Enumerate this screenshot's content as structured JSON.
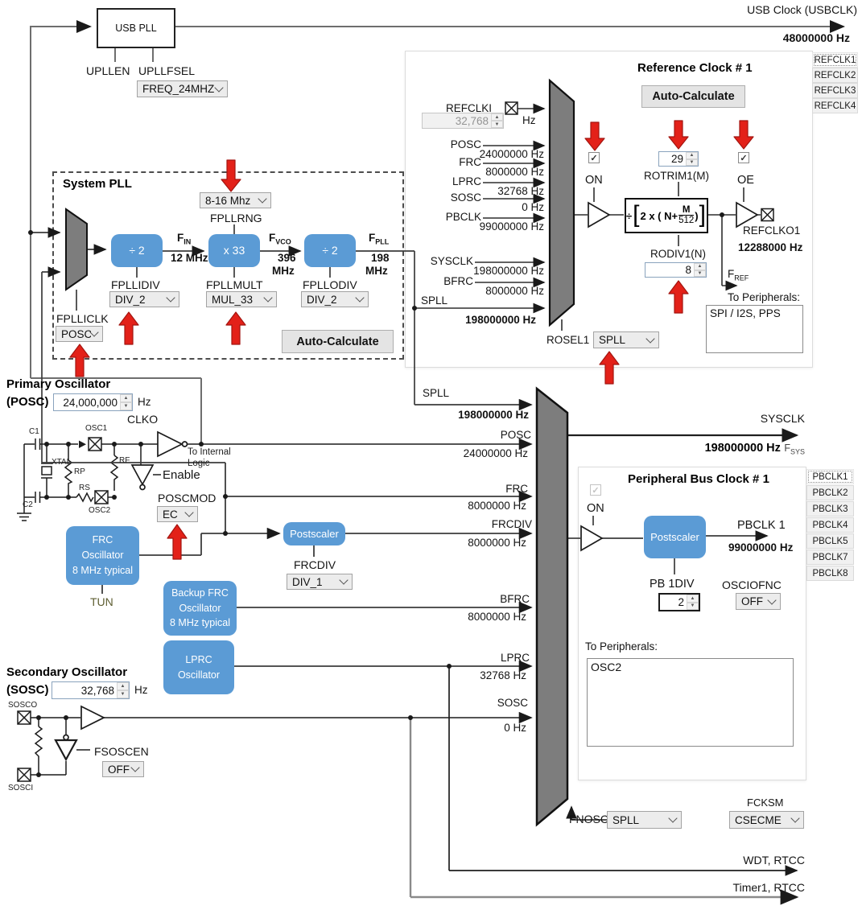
{
  "usb_pll": {
    "title": "USB PLL",
    "uplen_label": "UPLLEN",
    "upllfsel_label": "UPLLFSEL",
    "freq_select": "FREQ_24MHZ",
    "clock_label": "USB Clock (USBCLK)",
    "clock_value": "48000000 Hz"
  },
  "ref_clock": {
    "title": "Reference Clock # 1",
    "auto_calculate_label": "Auto-Calculate",
    "tabs": [
      "REFCLK1",
      "REFCLK2",
      "REFCLK3",
      "REFCLK4"
    ],
    "refclki_label": "REFCLKI",
    "refclki_value": "32,768",
    "refclki_unit": "Hz",
    "inputs": [
      {
        "name": "POSC",
        "freq": "24000000 Hz"
      },
      {
        "name": "FRC",
        "freq": "8000000 Hz"
      },
      {
        "name": "LPRC",
        "freq": "32768 Hz"
      },
      {
        "name": "SOSC",
        "freq": "0 Hz"
      },
      {
        "name": "PBCLK",
        "freq": "99000000 Hz"
      },
      {
        "name": "SYSCLK",
        "freq": "198000000 Hz"
      },
      {
        "name": "BFRC",
        "freq": "8000000 Hz"
      },
      {
        "name": "SPLL",
        "freq": "198000000 Hz"
      }
    ],
    "on_label": "ON",
    "rotrim_label": "ROTRIM1(M)",
    "rotrim_value": "29",
    "formula_lead": "÷",
    "formula_open": "[",
    "formula_body": "2 x ( N+",
    "formula_num": "M",
    "formula_den": "512",
    "formula_close_paren": ")",
    "formula_close_bracket": "]",
    "rodiv_label": "RODIV1(N)",
    "rodiv_value": "8",
    "oe_label": "OE",
    "refclko_label": "REFCLKO1",
    "refclko_value": "12288000 Hz",
    "fref_base": "F",
    "fref_sub": "REF",
    "to_peripherals_label": "To Peripherals:",
    "to_peripherals_value": "SPI / I2S, PPS",
    "rosel_label": "ROSEL1",
    "rosel_value": "SPLL"
  },
  "system_pll": {
    "title": "System PLL",
    "fpllrng_label": "FPLLRNG",
    "fpllrng_value": "8-16 Mhz",
    "div1_text": "÷ 2",
    "mult_text": "x 33",
    "div2_text": "÷ 2",
    "fin_base": "F",
    "fin_sub": "IN",
    "fin_value": "12 MHz",
    "fvco_base": "F",
    "fvco_sub": "VCO",
    "fvco_value": "396",
    "fvco_unit": "MHz",
    "fpll_base": "F",
    "fpll_sub": "PLL",
    "fpll_value": "198",
    "fpll_unit": "MHz",
    "fpllidiv_label": "FPLLIDIV",
    "fpllidiv_value": "DIV_2",
    "fpllmult_label": "FPLLMULT",
    "fpllmult_value": "MUL_33",
    "fpllodiv_label": "FPLLODIV",
    "fpllodiv_value": "DIV_2",
    "fplliclk_label": "FPLLICLK",
    "fplliclk_value": "POSC",
    "auto_calculate_label": "Auto-Calculate"
  },
  "primary_osc": {
    "title": "Primary Oscillator",
    "subtitle": "(POSC)",
    "freq_value": "24,000,000",
    "freq_unit": "Hz",
    "clko_label": "CLKO",
    "c1": "C1",
    "osc1": "OSC1",
    "xtal": "XTAL",
    "rp": "RP",
    "rf": "RF",
    "rs": "RS",
    "c2": "C2",
    "osc2": "OSC2",
    "to_internal_1": "To Internal",
    "to_internal_2": "Logic",
    "enable_label": "Enable",
    "poscmod_label": "POSCMOD",
    "poscmod_value": "EC"
  },
  "frc_osc": {
    "lines": [
      "FRC",
      "Oscillator",
      "8 MHz typical"
    ],
    "tun_label": "TUN",
    "postscaler_label": "Postscaler",
    "frcdiv_label": "FRCDIV",
    "frcdiv_value": "DIV_1"
  },
  "backup_frc": {
    "lines": [
      "Backup FRC",
      "Oscillator",
      "8 MHz typical"
    ]
  },
  "lprc_osc": {
    "lines": [
      "LPRC",
      "Oscillator"
    ]
  },
  "secondary_osc": {
    "title": "Secondary Oscillator",
    "subtitle": "(SOSC)",
    "freq_value": "32,768",
    "freq_unit": "Hz",
    "sosco_label": "SOSCO",
    "sosci_label": "SOSCI",
    "fsoscen_label": "FSOSCEN",
    "fsoscen_value": "OFF"
  },
  "main_mux": {
    "inputs": [
      {
        "name": "SPLL",
        "freq": "198000000 Hz"
      },
      {
        "name": "POSC",
        "freq": "24000000 Hz"
      },
      {
        "name": "FRC",
        "freq": "8000000 Hz"
      },
      {
        "name": "FRCDIV",
        "freq": "8000000 Hz"
      },
      {
        "name": "BFRC",
        "freq": "8000000 Hz"
      },
      {
        "name": "LPRC",
        "freq": "32768 Hz"
      },
      {
        "name": "SOSC",
        "freq": "0 Hz"
      }
    ]
  },
  "sysclk": {
    "label": "SYSCLK",
    "value": "198000000 Hz",
    "f_base": "F",
    "f_sub": "SYS"
  },
  "pbclk": {
    "title": "Peripheral Bus Clock # 1",
    "tabs": [
      "PBCLK1",
      "PBCLK2",
      "PBCLK3",
      "PBCLK4",
      "PBCLK5",
      "PBCLK7",
      "PBCLK8"
    ],
    "on_label": "ON",
    "postscaler_label": "Postscaler",
    "out_label": "PBCLK 1",
    "out_value": "99000000 Hz",
    "pbdiv_label": "PB 1DIV",
    "pbdiv_value": "2",
    "osciofnc_label": "OSCIOFNC",
    "osciofnc_value": "OFF",
    "to_peripherals_label": "To Peripherals:",
    "to_peripherals_value": "OSC2"
  },
  "fnosc": {
    "label": "FNOSC",
    "value": "SPLL"
  },
  "fcksm": {
    "label": "FCKSM",
    "value": "CSECME"
  },
  "outputs": {
    "wdt": "WDT, RTCC",
    "timer1": "Timer1, RTCC"
  }
}
